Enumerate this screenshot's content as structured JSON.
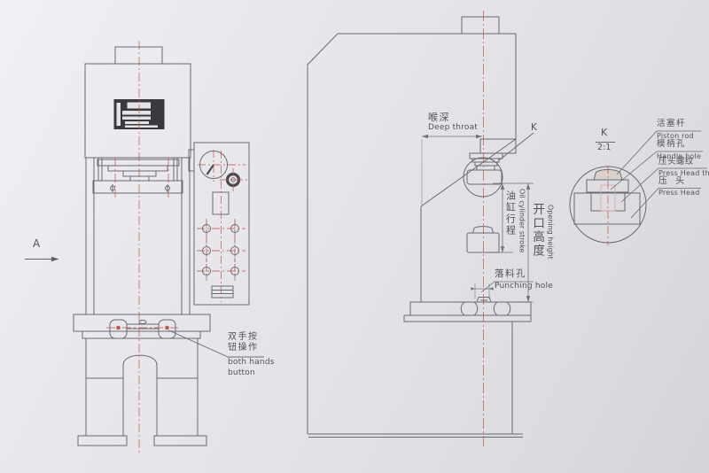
{
  "front_view": {
    "section_arrow": "A",
    "both_hands": {
      "zh1": "双手按",
      "zh2": "钮操作",
      "en1": "both hands",
      "en2": "button"
    }
  },
  "side_view": {
    "deep_throat": {
      "zh": "喉深",
      "en": "Deep throat"
    },
    "oil_cylinder_stroke": {
      "zh": "油缸行程",
      "en": "Oil cylinder stroke"
    },
    "opening_height": {
      "zh": "开口高度",
      "en": "Opening height"
    },
    "punching_hole": {
      "zh": "落料孔",
      "en": "Punching hole"
    },
    "detail_marker": "K"
  },
  "detail_view": {
    "marker": "K",
    "scale": "2:1",
    "labels": [
      {
        "zh": "活塞杆",
        "en": "Piston rod"
      },
      {
        "zh": "模柄孔",
        "en": "Handle hole"
      },
      {
        "zh": "压头螺纹",
        "en": "Press Head thread"
      },
      {
        "zh": "压 头",
        "en": "Press Head"
      }
    ]
  },
  "colors": {
    "line": "#5c6168",
    "centerline_red": "#c2564f",
    "hidden_pink": "#dba49d",
    "grille_dark": "#2b2b2f",
    "paper": "#e4e3e7"
  }
}
